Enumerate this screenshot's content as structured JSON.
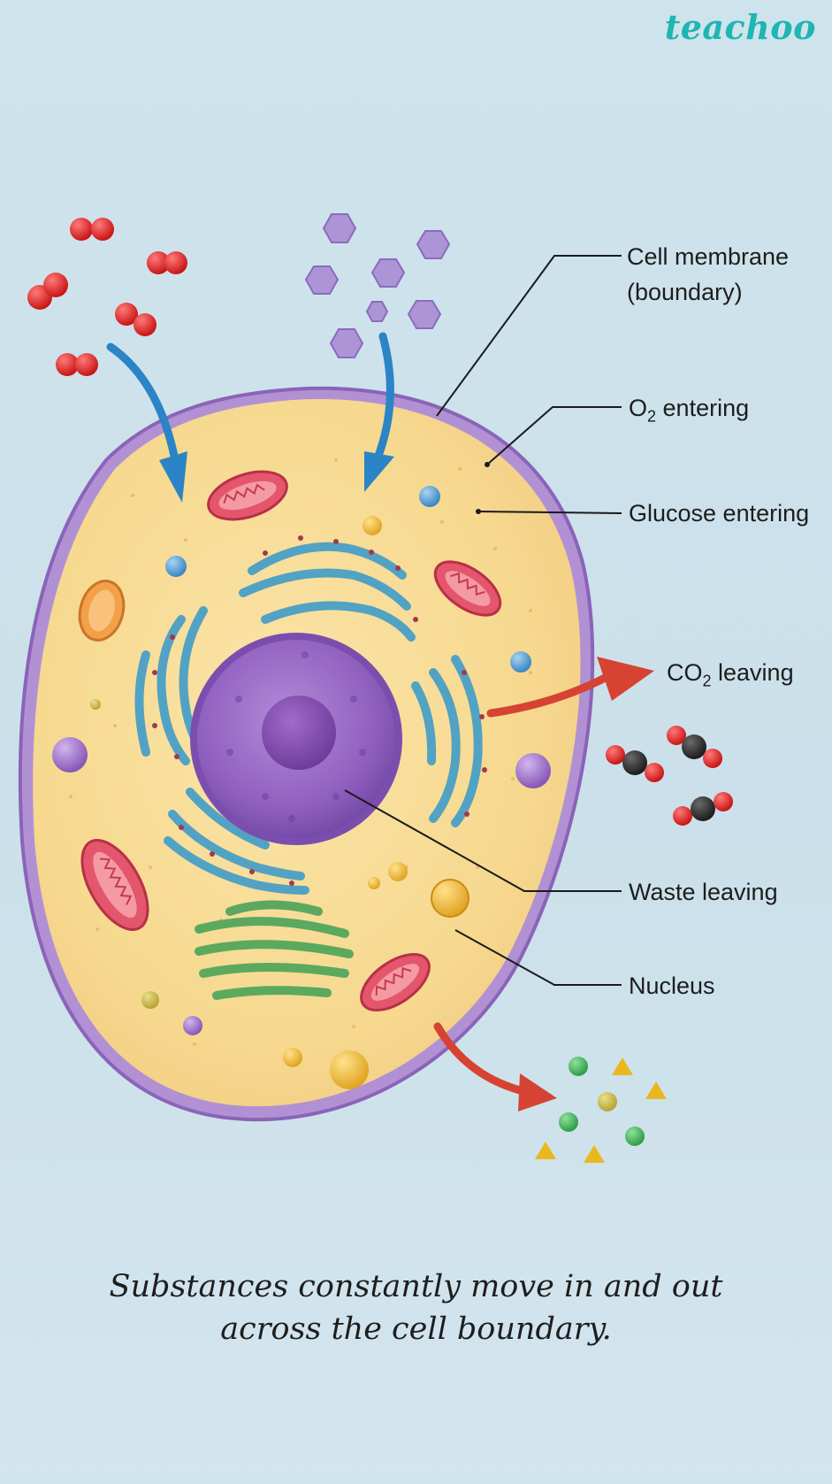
{
  "brand": {
    "name": "teachoo",
    "color": "#1fb5b3"
  },
  "labels": {
    "cell_membrane_line1": "Cell membrane",
    "cell_membrane_line2": "(boundary)",
    "o2_prefix": "O",
    "o2_sub": "2",
    "o2_suffix": " entering",
    "glucose": "Glucose entering",
    "co2_prefix": "CO",
    "co2_sub": "2",
    "co2_suffix": " leaving",
    "waste": "Waste leaving",
    "nucleus": "Nucleus"
  },
  "caption": {
    "line1": "Substances constantly move in and out",
    "line2": "across the cell boundary."
  },
  "colors": {
    "background": "#cfe3ec",
    "cytoplasm": "#f6dc98",
    "membrane": "#9b7bc0",
    "nucleus": "#8e5db9",
    "arrow_in": "#1f7fc1",
    "arrow_out": "#d94535",
    "oxygen": "#e0262a",
    "glucose": "#a992d1"
  }
}
